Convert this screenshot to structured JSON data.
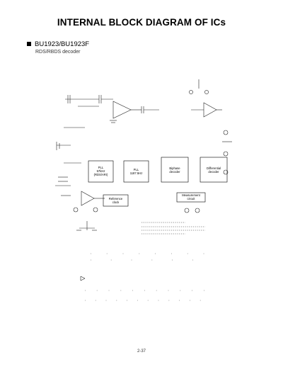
{
  "page": {
    "title": "INTERNAL BLOCK DIAGRAM OF ICs",
    "part_number": "BU1923/BU1923F",
    "subtitle": "RDS/RBDS decoder",
    "page_number": "2-37"
  },
  "blocks": {
    "pll_57khz": "PLL\n57kHz\n(RDS/ARI)",
    "pll_1187": "PLL\n1187.5Hz",
    "biphase_decoder": "Biphase\ndecoder",
    "differential_decoder": "Differential\ndecoder",
    "reference_clock": "Reference\nclock",
    "measurement_circuit": "Measurement\ncircuit"
  }
}
